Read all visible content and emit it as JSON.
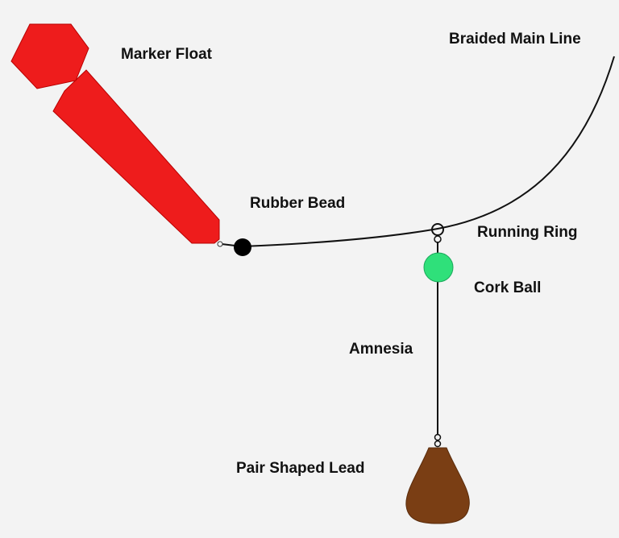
{
  "labels": {
    "marker_float": "Marker Float",
    "braided_main_line": "Braided Main Line",
    "rubber_bead": "Rubber Bead",
    "running_ring": "Running Ring",
    "cork_ball": "Cork Ball",
    "amnesia": "Amnesia",
    "pair_shaped_lead": "Pair Shaped Lead"
  },
  "colors": {
    "marker_float": "#ee1c1c",
    "marker_float_outline": "#b80000",
    "rubber_bead": "#000000",
    "cork_ball": "#2fe07a",
    "lead": "#7a3e14",
    "line": "#111111"
  }
}
